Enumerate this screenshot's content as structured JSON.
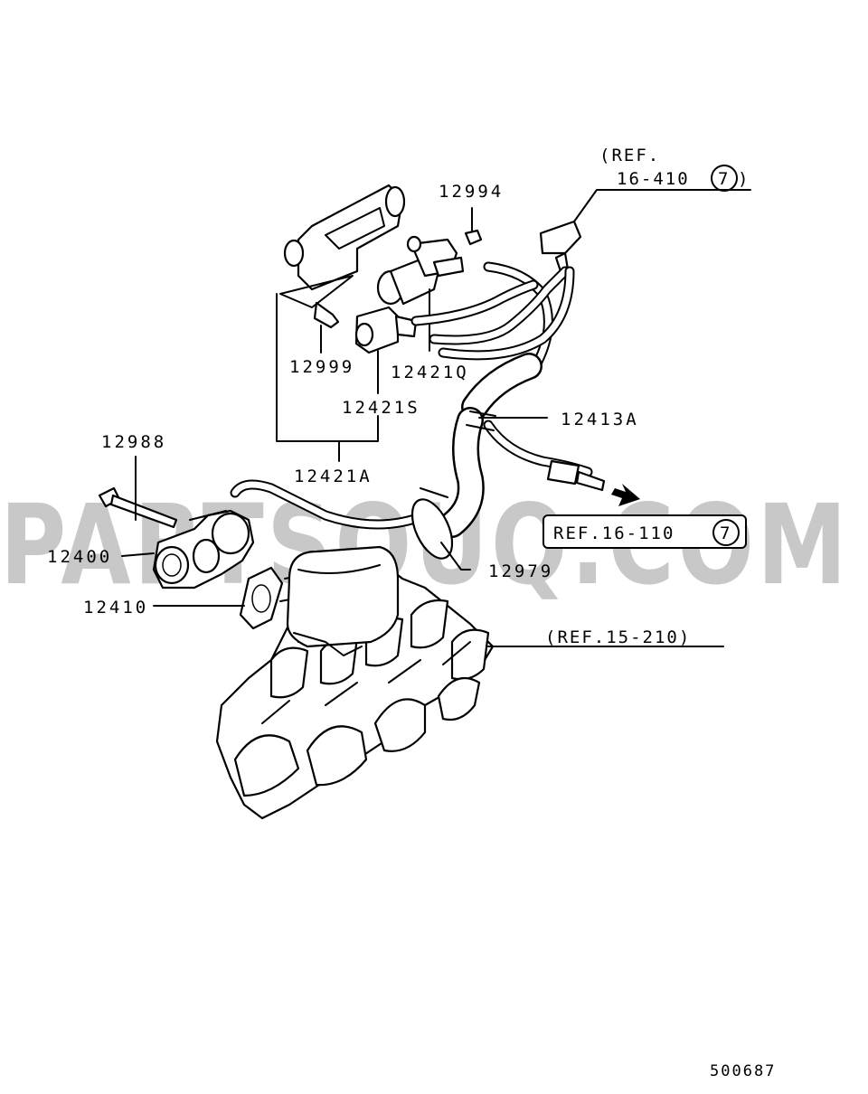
{
  "watermark": "PARTSOUQ.COM",
  "labels": {
    "p12994": "12994",
    "p12999": "12999",
    "p12421Q": "12421Q",
    "p12421S": "12421S",
    "p12421A": "12421A",
    "p12413A": "12413A",
    "p12988": "12988",
    "p12400": "12400",
    "p12410": "12410",
    "p12979": "12979"
  },
  "refs": {
    "ref_16_410_line1": "(REF.",
    "ref_16_410_line2": "16-410",
    "ref_16_410_circle": "7",
    "ref_16_410_close": ")",
    "ref_16_110": "REF.16-110",
    "ref_16_110_circle": "7",
    "ref_15_210": "(REF.15-210)"
  },
  "diagram_number": "500687"
}
